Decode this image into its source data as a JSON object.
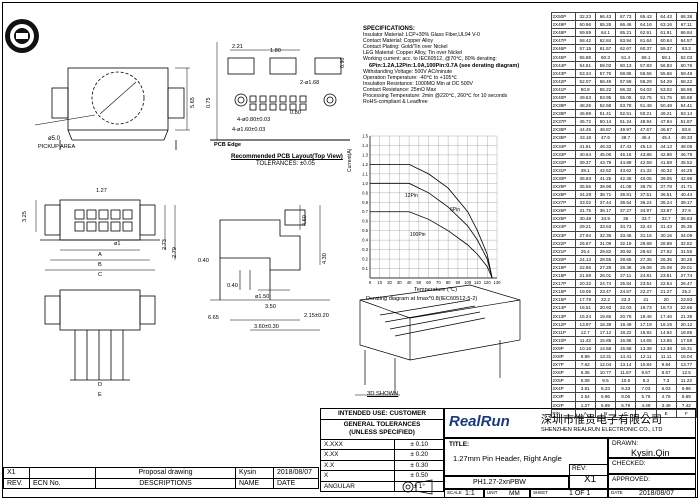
{
  "specifications": {
    "heading": "SPECIFICATIONS:",
    "lines": [
      "Insulator Material: LCP+30% Glass Fiber,UL94 V-0",
      "Contact Material: Copper Alloy",
      "Contact Plating: Gold/Tin over Nickel",
      "LEG Material: Copper Alloy, Tin over Nickel",
      "Working current: acc. to IEC60512, @70℃, 80% derating:",
      "6Pin:1.2A,12Pin:1.0A,100Pin:0.7A (see derating diagram)",
      "Withstanding Voltage: 500V AC/minute",
      "Operation Temperature: -40℃ to +105℃",
      "Insulation Resistance: 1000MΩ Min at DC 500V",
      "Contact Resistance: 25mΩ Max",
      "Processing Temperature: 2min @220℃, 260℃ for 10 seconds",
      "RoHS-compliant & Leadfree"
    ]
  },
  "derating": {
    "ylabel": "Current(A)",
    "xlabel": "Temperature (℃)",
    "caption": "Derating diagram at Imax*0.8(IEC60512-5-2)",
    "y_ticks": [
      "1.5",
      "1.4",
      "1.3",
      "1.2",
      "1.1",
      "1.0",
      "0.9",
      "0.8",
      "0.7",
      "0.6",
      "0.5",
      "0.4",
      "0.3",
      "0.2",
      "0.1"
    ],
    "x_ticks": [
      "0",
      "10",
      "20",
      "30",
      "40",
      "50",
      "60",
      "70",
      "80",
      "90",
      "100",
      "110",
      "120",
      "130"
    ],
    "curve_labels": [
      "12Pin",
      "6Pin",
      "100Pin"
    ],
    "curves": [
      {
        "name": "6Pin",
        "points": [
          [
            0,
            1.2
          ],
          [
            40,
            1.2
          ],
          [
            60,
            1.1
          ],
          [
            80,
            0.95
          ],
          [
            100,
            0.7
          ],
          [
            110,
            0.5
          ],
          [
            120,
            0.25
          ],
          [
            125,
            0
          ]
        ]
      },
      {
        "name": "12Pin",
        "points": [
          [
            0,
            1.0
          ],
          [
            40,
            1.0
          ],
          [
            60,
            0.9
          ],
          [
            80,
            0.75
          ],
          [
            100,
            0.55
          ],
          [
            110,
            0.4
          ],
          [
            120,
            0.2
          ],
          [
            125,
            0
          ]
        ]
      },
      {
        "name": "100Pin",
        "points": [
          [
            0,
            0.7
          ],
          [
            40,
            0.7
          ],
          [
            60,
            0.62
          ],
          [
            80,
            0.5
          ],
          [
            100,
            0.35
          ],
          [
            110,
            0.25
          ],
          [
            120,
            0.12
          ],
          [
            125,
            0
          ]
        ]
      }
    ]
  },
  "drawing_labels": {
    "pickup_diameter": "ø5.0",
    "pickup_area": "PICKUP AREA",
    "pcb_edge": "PCB Edge",
    "pcb_layout_title": "Recommended PCB Layout(Top View)",
    "pcb_tolerances": "TOLERANCES: ±0.05",
    "shown_3d": "3D SHOWN",
    "dims": {
      "d2_21": "2.21",
      "d1_80": "1.80",
      "d2_fi": "2-ø1.68",
      "d0_75": "0.75",
      "d0_90": "0.90",
      "d4_080": "4-ø0.80±0.03",
      "d4_160": "4-ø1.60±0.03",
      "d0_80": "0.80",
      "d5_65": "5.65",
      "d3_25": "3.25",
      "d1_27": "1.27",
      "d2_73": "2.73",
      "d2_79": "2.79",
      "dA": "A",
      "dB": "B",
      "dC": "C",
      "dD": "D",
      "dE": "E",
      "d_b1": "ø1",
      "d0_40": "0.40",
      "d0_40b": "0.40",
      "d4_60": "4.60",
      "d4_30": "4.30",
      "dR1": "ø1.50",
      "d3_50": "3.50",
      "d2_15": "2.15±0.20",
      "d6_65": "6.65",
      "d3_60": "3.60±0.30"
    }
  },
  "dim_table": {
    "rows": [
      [
        "2X50P",
        "32.23",
        "66.43",
        "67.73",
        "65.43",
        "64.43",
        "68.38"
      ],
      [
        "2X49P",
        "60.96",
        "65.26",
        "66.46",
        "64.16",
        "63.16",
        "67.11"
      ],
      [
        "2X48P",
        "59.69",
        "64.1",
        "65.21",
        "62.91",
        "61.91",
        "66.84"
      ],
      [
        "2X47P",
        "58.42",
        "62.84",
        "63.94",
        "61.64",
        "60.64",
        "64.57"
      ],
      [
        "2X46P",
        "57.15",
        "61.57",
        "62.67",
        "60.37",
        "59.37",
        "63.3"
      ],
      [
        "2X45P",
        "55.88",
        "60.3",
        "61.4",
        "59.1",
        "58.1",
        "62.03"
      ],
      [
        "2X44P",
        "54.61",
        "59.03",
        "60.13",
        "57.83",
        "56.83",
        "60.76"
      ],
      [
        "2X43P",
        "53.34",
        "57.76",
        "58.86",
        "56.56",
        "55.56",
        "59.49"
      ],
      [
        "2X42P",
        "52.07",
        "56.49",
        "57.59",
        "55.29",
        "54.29",
        "58.22"
      ],
      [
        "2X41P",
        "50.8",
        "55.22",
        "56.32",
        "54.02",
        "53.02",
        "56.95"
      ],
      [
        "2X40P",
        "49.53",
        "53.95",
        "55.05",
        "52.75",
        "51.75",
        "55.68"
      ],
      [
        "2X39P",
        "48.26",
        "52.68",
        "53.78",
        "51.48",
        "50.48",
        "54.41"
      ],
      [
        "2X38P",
        "46.99",
        "51.41",
        "52.51",
        "50.21",
        "49.21",
        "53.14"
      ],
      [
        "2X37P",
        "45.72",
        "50.14",
        "51.24",
        "48.94",
        "47.94",
        "51.87"
      ],
      [
        "2X36P",
        "44.45",
        "48.87",
        "49.97",
        "47.67",
        "46.67",
        "50.6"
      ],
      [
        "2X35P",
        "43.18",
        "47.6",
        "48.7",
        "46.4",
        "45.4",
        "49.33"
      ],
      [
        "2X34P",
        "41.91",
        "46.33",
        "47.43",
        "45.13",
        "44.13",
        "48.06"
      ],
      [
        "2X33P",
        "40.64",
        "45.06",
        "46.16",
        "43.86",
        "42.86",
        "46.79"
      ],
      [
        "2X32P",
        "39.37",
        "43.79",
        "44.89",
        "42.59",
        "41.59",
        "45.52"
      ],
      [
        "2X31P",
        "38.1",
        "42.52",
        "43.62",
        "41.32",
        "40.32",
        "44.25"
      ],
      [
        "2X30P",
        "36.83",
        "41.25",
        "42.35",
        "40.05",
        "39.05",
        "42.98"
      ],
      [
        "2X29P",
        "35.56",
        "39.98",
        "41.08",
        "38.78",
        "37.78",
        "41.71"
      ],
      [
        "2X28P",
        "34.29",
        "38.71",
        "39.81",
        "37.51",
        "36.51",
        "40.44"
      ],
      [
        "2X27P",
        "33.02",
        "37.44",
        "38.54",
        "36.24",
        "35.24",
        "39.17"
      ],
      [
        "2X26P",
        "31.75",
        "36.17",
        "37.27",
        "34.97",
        "33.97",
        "37.9"
      ],
      [
        "2X25P",
        "30.48",
        "34.9",
        "36",
        "33.7",
        "32.7",
        "36.63"
      ],
      [
        "2X24P",
        "29.21",
        "33.63",
        "34.73",
        "32.43",
        "31.43",
        "35.36"
      ],
      [
        "2X23P",
        "27.94",
        "32.36",
        "33.46",
        "31.16",
        "30.16",
        "34.09"
      ],
      [
        "2X22P",
        "26.67",
        "31.09",
        "32.19",
        "29.89",
        "28.89",
        "32.82"
      ],
      [
        "2X21P",
        "25.4",
        "29.82",
        "30.92",
        "28.62",
        "27.62",
        "31.55"
      ],
      [
        "2X20P",
        "24.13",
        "28.55",
        "29.65",
        "27.35",
        "26.35",
        "30.28"
      ],
      [
        "2X19P",
        "22.86",
        "27.28",
        "28.38",
        "26.08",
        "25.08",
        "29.01"
      ],
      [
        "2X18P",
        "21.59",
        "26.01",
        "27.11",
        "24.81",
        "23.81",
        "27.74"
      ],
      [
        "2X17P",
        "20.32",
        "24.74",
        "25.84",
        "23.54",
        "22.54",
        "26.47"
      ],
      [
        "2X16P",
        "19.05",
        "23.47",
        "24.57",
        "22.27",
        "21.27",
        "25.2"
      ],
      [
        "2X15P",
        "17.78",
        "22.2",
        "23.3",
        "21",
        "20",
        "23.93"
      ],
      [
        "2X14P",
        "16.51",
        "20.93",
        "22.03",
        "19.73",
        "18.73",
        "22.66"
      ],
      [
        "2X13P",
        "15.24",
        "19.66",
        "20.76",
        "18.46",
        "17.46",
        "21.39"
      ],
      [
        "2X12P",
        "13.97",
        "18.39",
        "19.49",
        "17.19",
        "16.19",
        "20.12"
      ],
      [
        "2X11P",
        "12.7",
        "17.12",
        "18.22",
        "15.92",
        "14.92",
        "18.85"
      ],
      [
        "2X10P",
        "11.43",
        "15.85",
        "16.95",
        "14.65",
        "13.65",
        "17.58"
      ],
      [
        "2X9P",
        "10.16",
        "14.58",
        "15.68",
        "13.38",
        "12.38",
        "16.31"
      ],
      [
        "2X8P",
        "8.89",
        "13.31",
        "14.41",
        "12.11",
        "11.11",
        "15.04"
      ],
      [
        "2X7P",
        "7.62",
        "12.04",
        "13.14",
        "10.84",
        "9.84",
        "13.77"
      ],
      [
        "2X6P",
        "6.35",
        "10.77",
        "11.87",
        "9.57",
        "8.57",
        "12.5"
      ],
      [
        "2X5P",
        "5.08",
        "9.5",
        "10.6",
        "8.3",
        "7.3",
        "11.23"
      ],
      [
        "2X4P",
        "3.81",
        "8.23",
        "9.33",
        "7.03",
        "6.03",
        "9.96"
      ],
      [
        "2X3P",
        "2.54",
        "6.96",
        "8.06",
        "5.76",
        "4.76",
        "8.69"
      ],
      [
        "2X2P",
        "1.27",
        "5.69",
        "6.79",
        "4.49",
        "3.49",
        "7.42"
      ],
      [
        "P/N",
        "A",
        "B",
        "C",
        "D",
        "E",
        "F"
      ]
    ]
  },
  "tolerance_table": {
    "header1": "INTENDED USE: CUSTOMER",
    "header2a": "GENERAL TOLERANCES",
    "header2b": "(UNLESS SPECIFIED)",
    "rows": [
      [
        "X.XXX",
        "± 0.10"
      ],
      [
        "X.XX",
        "± 0.20"
      ],
      [
        "X.X",
        "± 0.30"
      ],
      [
        "X",
        "± 0.50"
      ],
      [
        "ANGULAR",
        "± 1°"
      ]
    ]
  },
  "title_block": {
    "logo_name": "RealRun",
    "company_cn": "深圳市惟贵电子有限公司",
    "company_en": "SHENZHEN REALRUN ELECTRONIC CO., LTD",
    "title_label": "TITLE:",
    "title": "1.27mm Pin Header, Right Angle",
    "drawn_label": "DRAWN:",
    "drawn_by": "Kysin.Qin",
    "checked_label": "CHECKED:",
    "rev_label": "REV:",
    "rev": "X1",
    "approved_label": "APPROVED:",
    "part_number": "PH1.27-2xnPBW",
    "scale_label": "SCALE",
    "scale": "1:1",
    "unit_label": "UNIT",
    "unit": "MM",
    "sheet_label": "SHEET",
    "sheet": "1 OF 1",
    "date_label": "DATE",
    "date": "2018/08/07"
  },
  "revision_table": {
    "row": [
      "X1",
      "Proposal drawing",
      "Kysin",
      "2018/08/07"
    ],
    "header": [
      "REV.",
      "ECN No.",
      "DESCRIPTIONS",
      "NAME",
      "DATE"
    ]
  },
  "colors": {
    "logo": "#1b3a7a",
    "grid": "#9a9a9a",
    "line": "#000000"
  }
}
